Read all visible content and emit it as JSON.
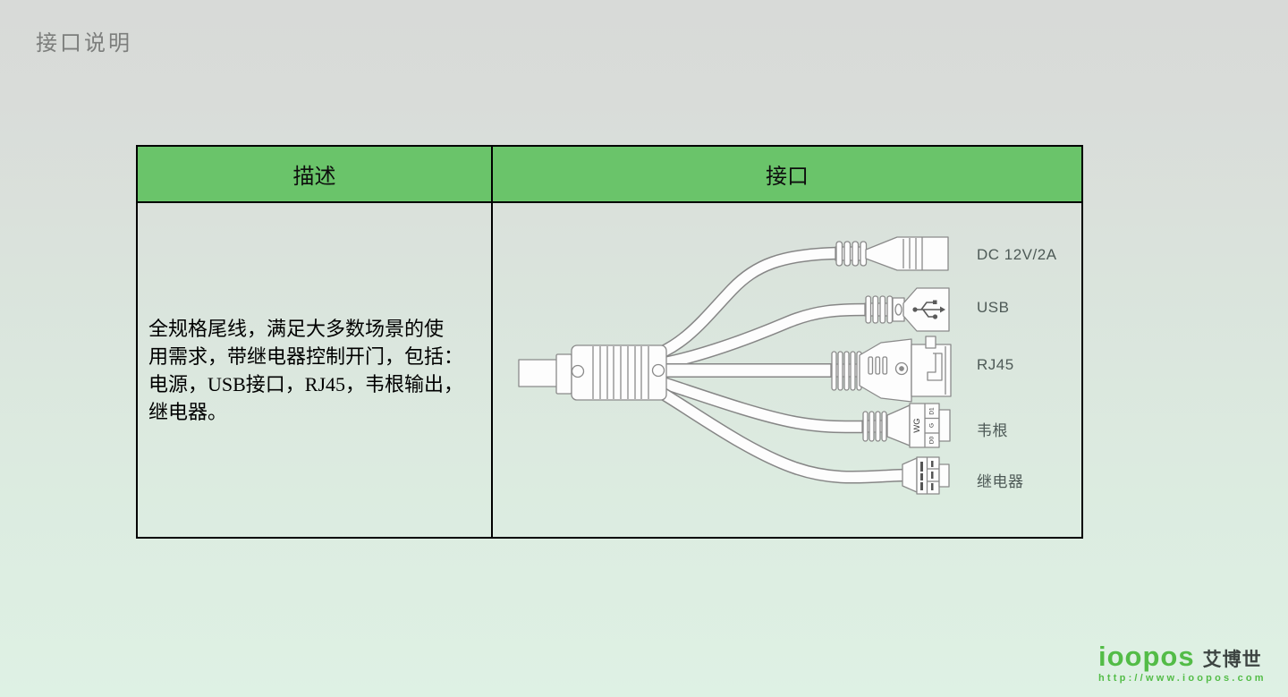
{
  "page": {
    "title": "接口说明"
  },
  "table": {
    "headers": {
      "description": "描述",
      "interface": "接口"
    },
    "description_lines": [
      "全规格尾线，满足大多数场景的使",
      "用需求，带继电器控制开门，包括：",
      "电源，USB接口，RJ45，韦根输出，",
      "继电器。"
    ],
    "connectors": [
      {
        "label": "DC 12V/2A"
      },
      {
        "label": "USB"
      },
      {
        "label": "RJ45"
      },
      {
        "label": "韦根"
      },
      {
        "label": "继电器"
      }
    ],
    "wiegand_pins": {
      "wg": "WG",
      "d1": "D1",
      "g": "G",
      "d0": "D0"
    }
  },
  "footer": {
    "logo_text": "ioopos",
    "logo_cn": "艾博世",
    "logo_url": "http://www.ioopos.com"
  },
  "colors": {
    "header_green": "#6ac46a",
    "logo_green": "#53bc47",
    "bg_top": "#d8dad8",
    "bg_bottom": "#def1e4"
  }
}
